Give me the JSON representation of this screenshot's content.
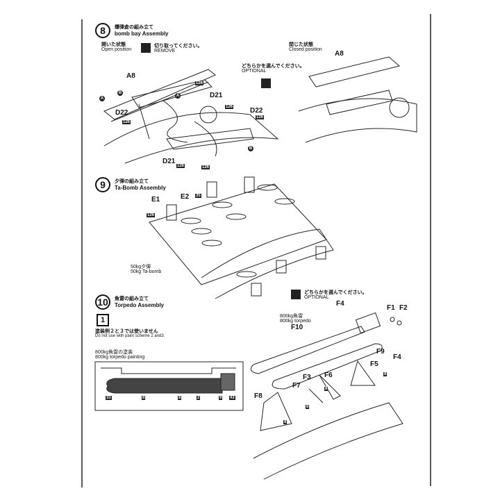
{
  "step8": {
    "number": "8",
    "title_jp": "爆弾倉の組み立て",
    "title_en": "bomb bay Assembly",
    "open_jp": "開いた状態",
    "open_en": "Open position",
    "remove_jp": "切り取ってください。",
    "remove_en": "REMOVE",
    "optional_jp": "どちらかを選んでください。",
    "optional_en": "OPTIONAL",
    "closed_jp": "閉じた状態",
    "closed_en": "Closed position",
    "parts": {
      "a8": "A8",
      "d21": "D21",
      "d22": "D22",
      "a": "A",
      "b": "B",
      "c126": "126"
    }
  },
  "step9": {
    "number": "9",
    "title_jp": "夕弾の組み立て",
    "title_en": "Ta-Bomb Assembly",
    "parts": {
      "e1": "E1",
      "e2": "E2",
      "c35": "35",
      "c126": "126"
    },
    "bomb_jp": "50kg夕弾",
    "bomb_en": "50kg Ta-bomb"
  },
  "step10": {
    "number": "10",
    "title_jp": "魚雷の組み立て",
    "title_en": "Torpedo Assembly",
    "note_icon": "1",
    "note_jp": "塗装例２と３では使いません",
    "note_en": "Do not use with paint scheme 2 and3.",
    "painting_jp": "800kg魚雷の塗装",
    "painting_en": "800kg torpedo painting",
    "paint_codes": [
      "33",
      "8",
      "8",
      "2",
      "9",
      "43"
    ],
    "optional_jp": "どちらかを選んでください。",
    "optional_en": "OPTIONAL",
    "torpedo_jp": "800kg魚雷",
    "torpedo_en": "800kg torpedo",
    "parts": {
      "f1": "F1",
      "f2": "F2",
      "f3": "F3",
      "f4": "F4",
      "f5": "F5",
      "f6": "F6",
      "f7": "F7",
      "f8": "F8",
      "f9": "F9",
      "f10": "F10",
      "c8": "8"
    }
  }
}
